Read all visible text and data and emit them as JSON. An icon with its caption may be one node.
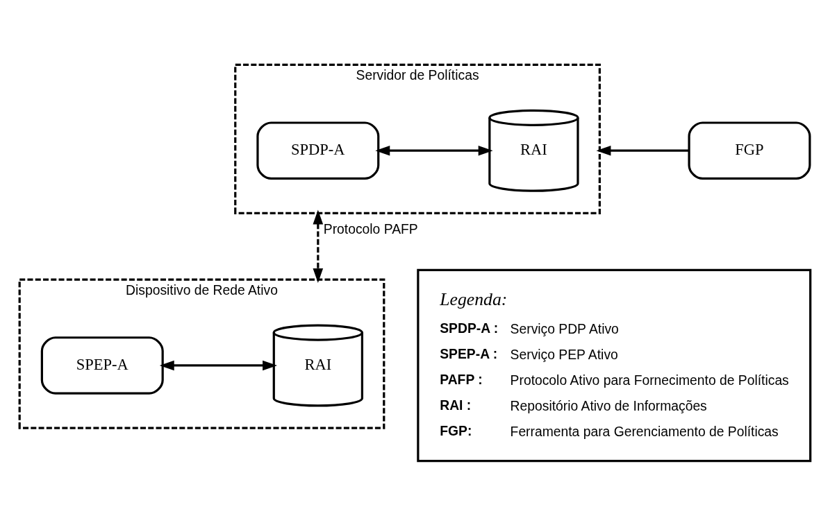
{
  "diagram": {
    "nodes": [
      {
        "text": [
          "Servidor de Políticas"
        ]
      },
      {
        "text": [
          "SPDP-A"
        ],
        "in": 0
      },
      {
        "text": [
          "RAI"
        ],
        "in": 0
      },
      {
        "text": [
          "FGP"
        ]
      },
      {
        "text": [
          "Dispositivo de Rede Ativo"
        ]
      },
      {
        "text": [
          "SPEP-A"
        ],
        "in": 4
      },
      {
        "text": [
          "RAI"
        ],
        "in": 4
      },
      {
        "text": [
          "Legenda:",
          "SPDP-A :",
          "Serviço PDP Ativo",
          "SPEP-A :",
          "Serviço PEP Ativo",
          "PAFP :",
          "Protocolo Ativo para Fornecimento de Políticas",
          "RAI :",
          "Repositório Ativo de Informações",
          "FGP:",
          "Ferramenta para Gerenciamento de Políticas"
        ]
      }
    ],
    "edges": [
      {
        "from": 3,
        "to": 0,
        "arrow": "to"
      },
      {
        "from": 1,
        "to": 2,
        "arrow": "both"
      },
      {
        "from": 0,
        "to": 4,
        "arrow": "both",
        "style": "dashed",
        "label": "Protocolo PAFP"
      },
      {
        "from": 5,
        "to": 6,
        "arrow": "both"
      }
    ]
  }
}
